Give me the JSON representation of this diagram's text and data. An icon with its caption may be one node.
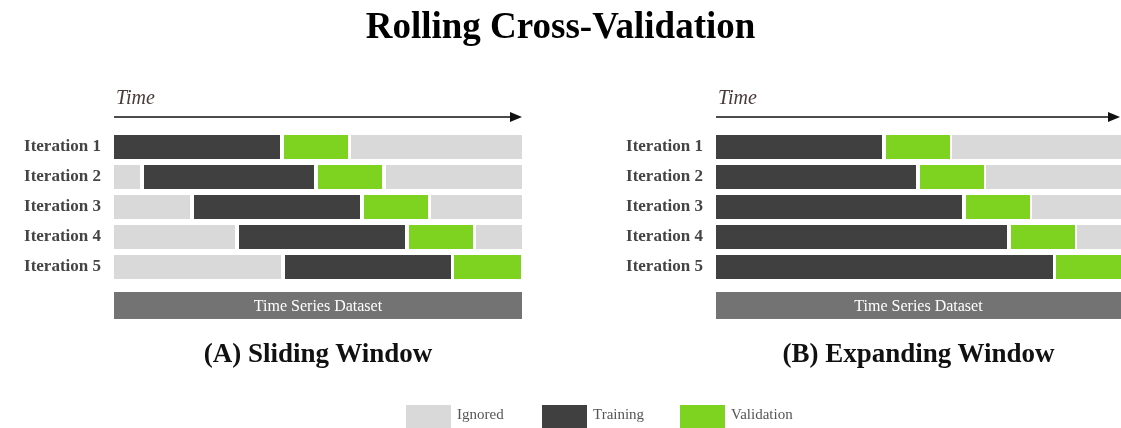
{
  "diagram": {
    "title": "Rolling Cross-Validation",
    "nodes": [
      {
        "text": [
          "Time Series Dataset"
        ]
      },
      {
        "text": [
          "Time Series Dataset"
        ]
      }
    ],
    "edges": [],
    "labels": [
      "Time",
      "Iteration 1",
      "Iteration 2",
      "Iteration 3",
      "Iteration 4",
      "Iteration 5",
      "(A) Sliding Window",
      "Time",
      "Iteration 1",
      "Iteration 2",
      "Iteration 3",
      "Iteration 4",
      "Iteration 5",
      "(B) Expanding Window"
    ],
    "legend": [
      {
        "text": "Ignored",
        "color": "#d9d9d9"
      },
      {
        "text": "Training",
        "color": "#404040"
      },
      {
        "text": "Validation",
        "color": "#7ed321"
      }
    ]
  }
}
